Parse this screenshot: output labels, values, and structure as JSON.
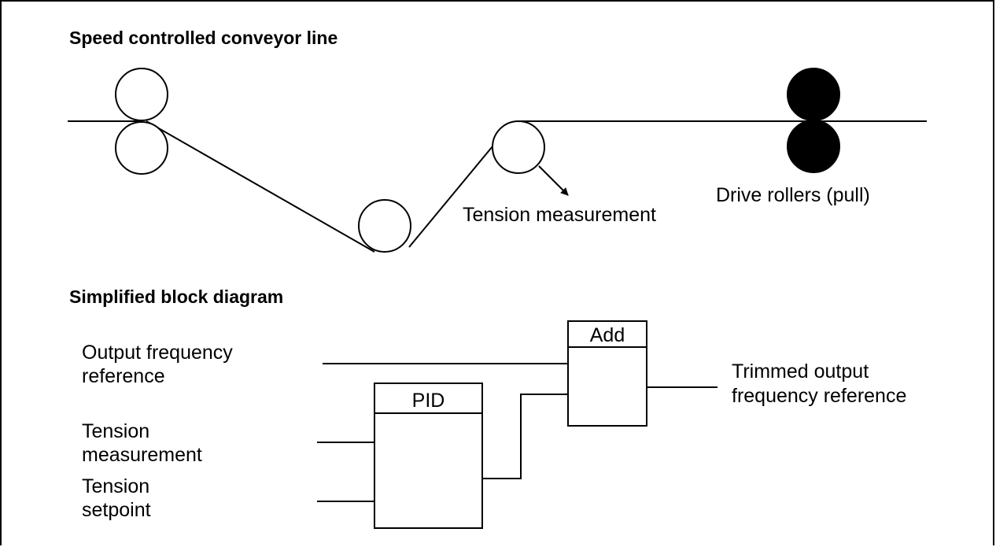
{
  "headings": {
    "conveyor": "Speed controlled conveyor line",
    "block": "Simplified block diagram"
  },
  "conveyor": {
    "tension_measurement": "Tension measurement",
    "drive_rollers": "Drive rollers (pull)"
  },
  "block": {
    "output_freq_ref_line1": "Output frequency",
    "output_freq_ref_line2": "reference",
    "tension_meas_line1": "Tension",
    "tension_meas_line2": "measurement",
    "tension_setpoint_line1": "Tension",
    "tension_setpoint_line2": "setpoint",
    "pid": "PID",
    "add": "Add",
    "trimmed_line1": "Trimmed output",
    "trimmed_line2": "frequency reference"
  }
}
